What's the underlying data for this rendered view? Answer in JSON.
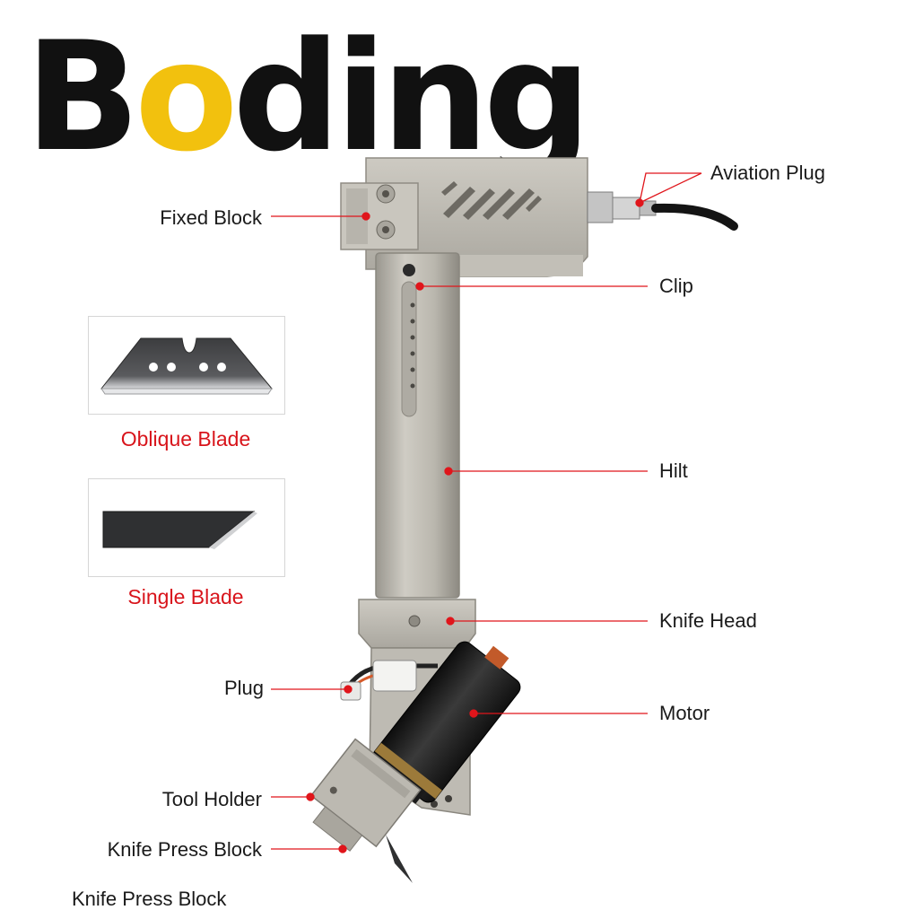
{
  "brand": {
    "part1": "B",
    "accent": "o",
    "part2": "ding",
    "text_color": "#111111",
    "accent_color": "#f2c10e"
  },
  "callouts": {
    "aviation_plug": "Aviation Plug",
    "fixed_block": "Fixed Block",
    "clip": "Clip",
    "hilt": "Hilt",
    "knife_head": "Knife Head",
    "plug": "Plug",
    "motor": "Motor",
    "tool_holder": "Tool Holder",
    "knife_press_block": "Knife Press Block",
    "cut_off_label": "Knife Press Block"
  },
  "blades": {
    "oblique": "Oblique Blade",
    "single": "Single Blade",
    "caption_color": "#d8141b"
  },
  "colors": {
    "leader_line": "#e0151b",
    "body_metal": "#b9b6ad"
  }
}
